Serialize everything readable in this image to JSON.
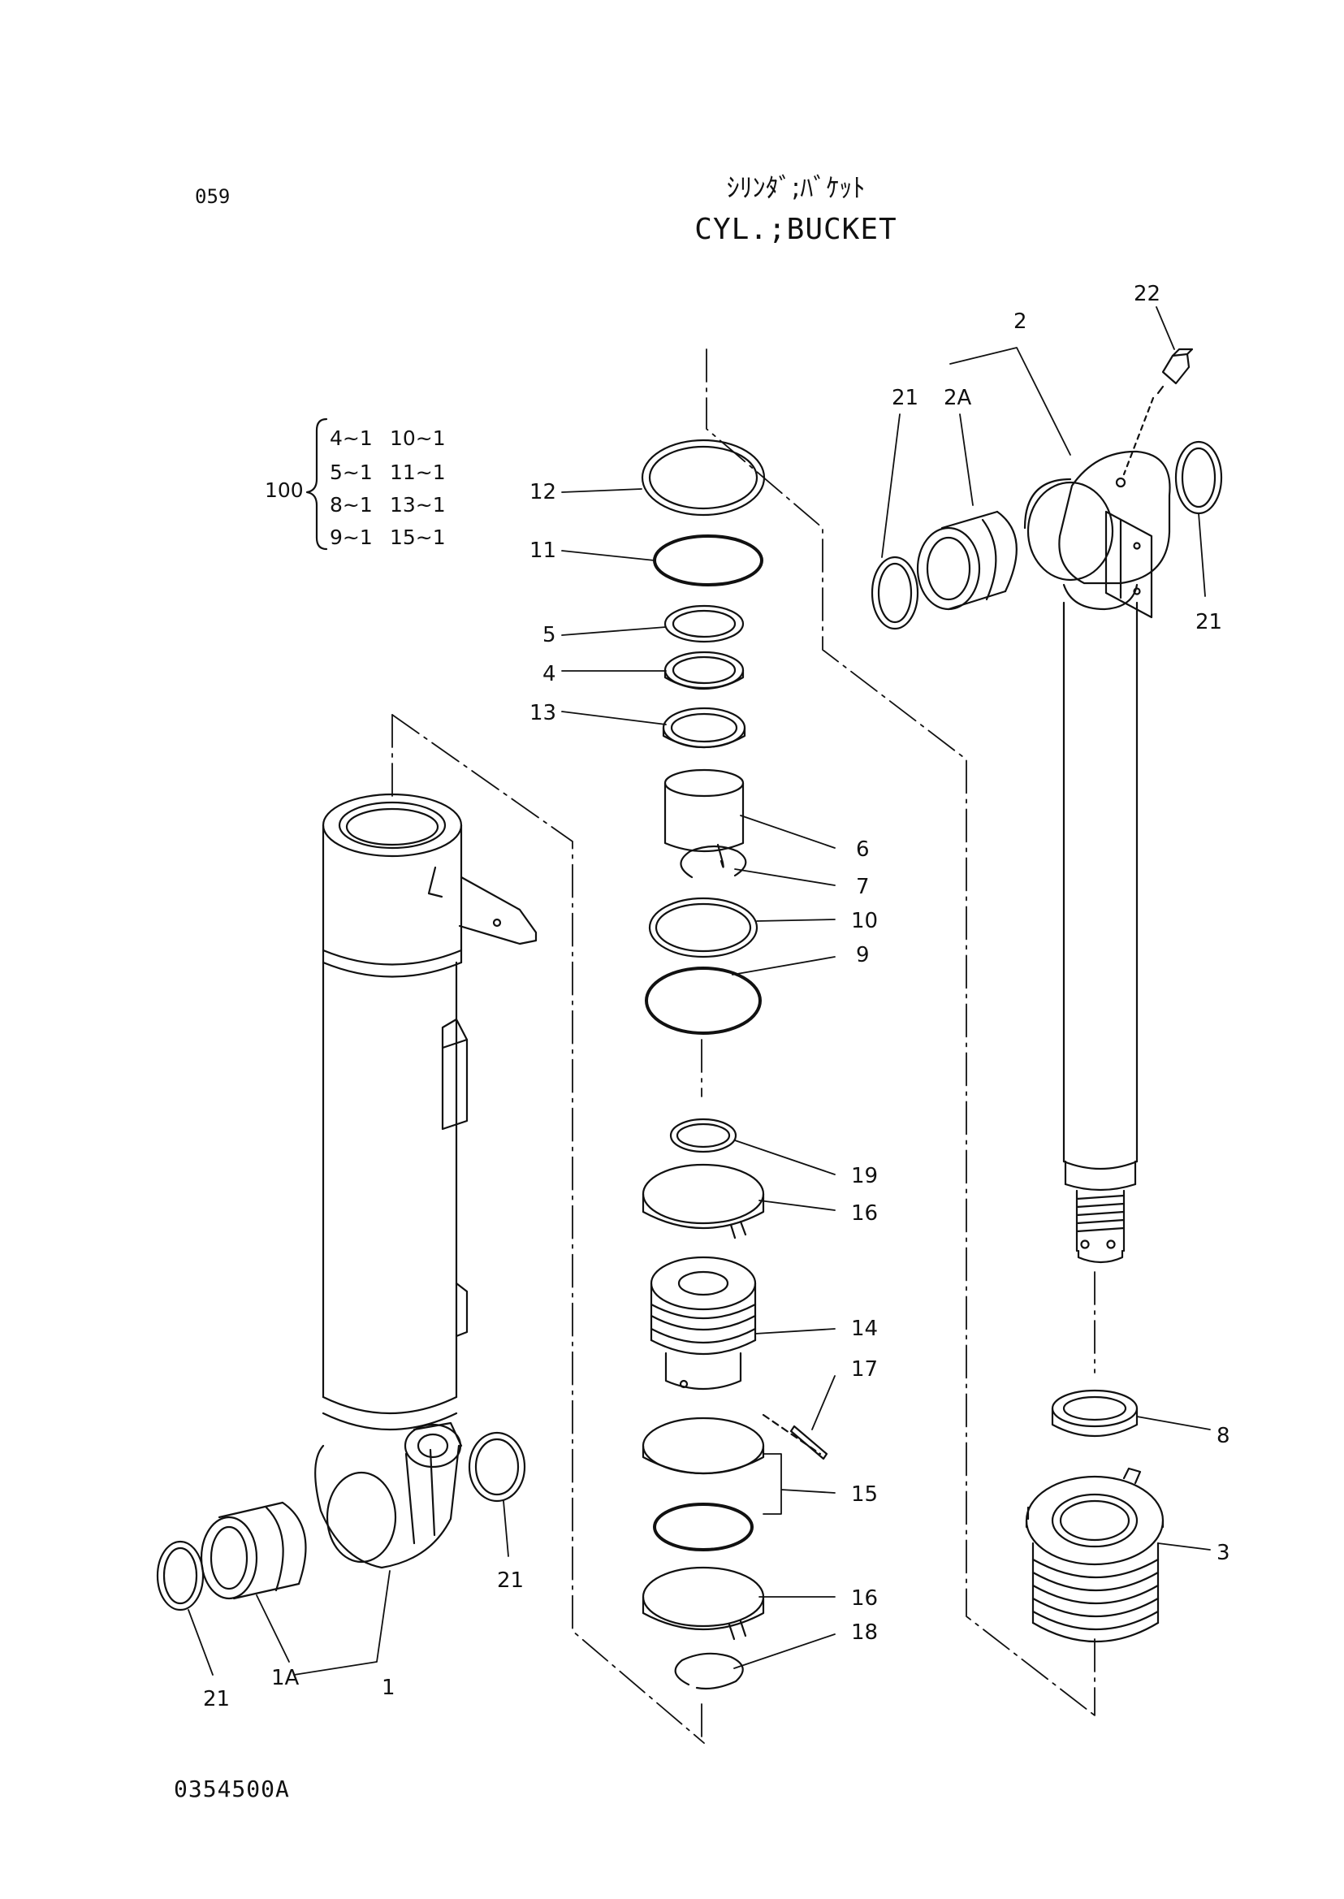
{
  "header": {
    "page_number": "059",
    "title_jp": "ｼﾘﾝﾀﾞ;ﾊﾞｹｯﾄ",
    "title_en": "CYL.;BUCKET"
  },
  "footer": {
    "drawing_number": "0354500A"
  },
  "kit": {
    "label": "100",
    "rows": [
      [
        "4~1",
        "10~1"
      ],
      [
        "5~1",
        "11~1"
      ],
      [
        "8~1",
        "13~1"
      ],
      [
        "9~1",
        "15~1"
      ]
    ]
  },
  "callouts": {
    "p1": "1",
    "p1a": "1A",
    "p2": "2",
    "p2a": "2A",
    "p3": "3",
    "p4": "4",
    "p5": "5",
    "p6": "6",
    "p7": "7",
    "p8": "8",
    "p9": "9",
    "p10": "10",
    "p11": "11",
    "p12": "12",
    "p13": "13",
    "p14": "14",
    "p15": "15",
    "p16a": "16",
    "p16b": "16",
    "p17": "17",
    "p18": "18",
    "p19": "19",
    "p21a": "21",
    "p21b": "21",
    "p21c": "21",
    "p21d": "21",
    "p22": "22"
  }
}
